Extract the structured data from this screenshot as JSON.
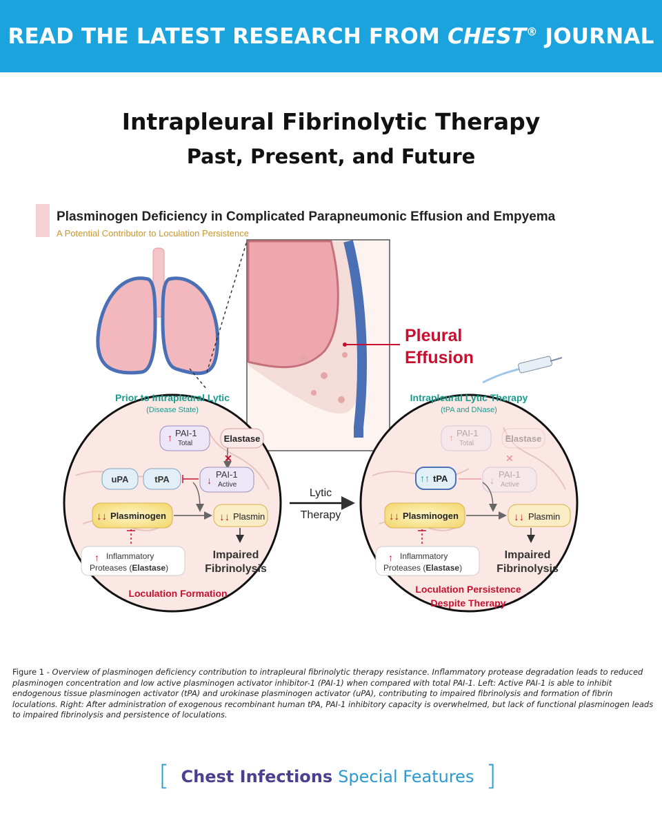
{
  "banner": {
    "prefix": "READ THE LATEST RESEARCH FROM ",
    "journal": "CHEST",
    "reg": "®",
    "suffix": " JOURNAL"
  },
  "title": {
    "main": "Intrapleural Fibrinolytic Therapy",
    "sub": "Past, Present, and Future"
  },
  "figure": {
    "heading": "Plasminogen Deficiency in Complicated Parapneumonic Effusion and Empyema",
    "subheading": "A Potential Contributor to Loculation Persistence",
    "effusion_label_1": "Pleural",
    "effusion_label_2": "Effusion",
    "arrow_label_1": "Lytic",
    "arrow_label_2": "Therapy",
    "left": {
      "title": "Prior to Intrapleural Lytic",
      "subtitle": "(Disease State)",
      "pai_total": "PAI-1",
      "pai_total_sub": "Total",
      "elastase": "Elastase",
      "pai_active": "PAI-1",
      "pai_active_sub": "Active",
      "upa": "uPA",
      "tpa": "tPA",
      "plasminogen": "Plasminogen",
      "plasmin": "Plasmin",
      "inflam_1": "Inflammatory",
      "inflam_2": "Proteases (",
      "inflam_3": "Elastase",
      "inflam_4": ")",
      "impaired_1": "Impaired",
      "impaired_2": "Fibrinolysis",
      "outcome_1": "Loculation Formation"
    },
    "right": {
      "title": "Intrapleural Lytic Therapy",
      "subtitle": "(tPA and DNase)",
      "pai_total": "PAI-1",
      "pai_total_sub": "Total",
      "elastase": "Elastase",
      "pai_active": "PAI-1",
      "pai_active_sub": "Active",
      "tpa": "tPA",
      "plasminogen": "Plasminogen",
      "plasmin": "Plasmin",
      "inflam_1": "Inflammatory",
      "inflam_2": "Proteases (",
      "inflam_3": "Elastase",
      "inflam_4": ")",
      "impaired_1": "Impaired",
      "impaired_2": "Fibrinolysis",
      "outcome_1": "Loculation Persistence",
      "outcome_2": "Despite Therapy"
    },
    "colors": {
      "teal": "#1b9a8c",
      "red": "#c8102e",
      "gold": "#c9962a",
      "lung": "#f2b8bd",
      "pleura": "#4a6fb5"
    },
    "icons": [
      "lungs-icon",
      "syringe-icon",
      "arrow-right-icon"
    ]
  },
  "caption": {
    "lead": "Figure 1 - ",
    "body": "Overview of plasminogen deficiency contribution to intrapleural fibrinolytic therapy resistance. Inflammatory protease degradation leads to reduced plasminogen concentration and low active plasminogen activator inhibitor-1 (PAI-1) when compared with total PAI-1. Left: Active PAI-1 is able to inhibit endogenous tissue plasminogen activator (tPA) and urokinase plasminogen activator (uPA), contributing to impaired fibrinolysis and formation of fibrin loculations. Right: After administration of exogenous recombinant human tPA, PAI-1 inhibitory capacity is overwhelmed, but lack of functional plasminogen leads to impaired fibrinolysis and persistence of loculations."
  },
  "footer": {
    "part1": "Chest Infections",
    "part2": "Special Features"
  }
}
